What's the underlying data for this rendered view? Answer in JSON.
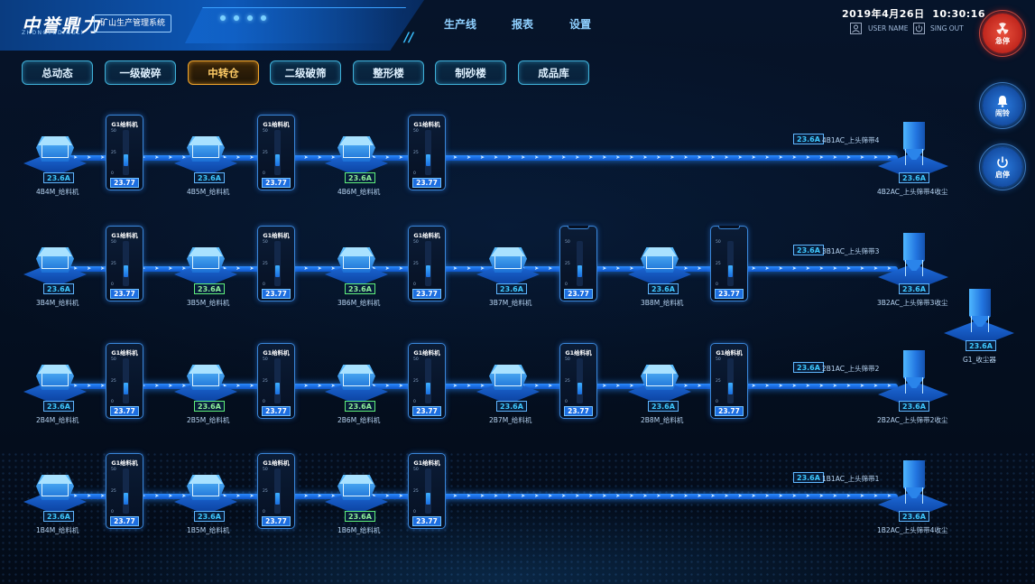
{
  "header": {
    "logo": "中誉鼎力",
    "logo_sub": "ZHONGYUDINGLI",
    "system_name": "矿山生产管理系统",
    "nav": [
      "生产线",
      "报表",
      "设置"
    ],
    "date": "2019年4月26日",
    "time": "10:30:16",
    "user_name": "USER NAME",
    "sign_out": "SING OUT"
  },
  "controls": {
    "emergency_stop": "急停",
    "bell": "闹铃",
    "start_stop": "启停"
  },
  "tabs": [
    "总动态",
    "一级破碎",
    "中转仓",
    "二级破筛",
    "整形楼",
    "制砂楼",
    "成品库"
  ],
  "active_tab": "中转仓",
  "collector": {
    "value": "23.6A",
    "label": "G1_收尘器"
  },
  "rows": [
    {
      "machines": [
        {
          "label": "4B4M_给料机",
          "value": "23.6A"
        },
        {
          "label": "4B5M_给料机",
          "value": "23.6A"
        },
        {
          "label": "4B6M_给料机",
          "value": "23.6A"
        }
      ],
      "gauges": [
        {
          "title": "G1给料机",
          "value": "23.77"
        },
        {
          "title": "G1给料机",
          "value": "23.77"
        },
        {
          "title": "G1给料机",
          "value": "23.77"
        }
      ],
      "ac_value": "23.6A",
      "ac_label": "4B1AC_上头筛带4",
      "end_value": "23.6A",
      "end_label": "4B2AC_上头筛带4收尘"
    },
    {
      "machines": [
        {
          "label": "3B4M_给料机",
          "value": "23.6A"
        },
        {
          "label": "3B5M_给料机",
          "value": "23.6A"
        },
        {
          "label": "3B6M_给料机",
          "value": "23.6A"
        },
        {
          "label": "3B7M_给料机",
          "value": "23.6A"
        },
        {
          "label": "3B8M_给料机",
          "value": "23.6A"
        }
      ],
      "gauges": [
        {
          "title": "G1给料机",
          "value": "23.77"
        },
        {
          "title": "G1给料机",
          "value": "23.77"
        },
        {
          "title": "G1给料机",
          "value": "23.77"
        },
        {
          "title": "",
          "value": "23.77"
        },
        {
          "title": "",
          "value": "23.77"
        }
      ],
      "ac_value": "23.6A",
      "ac_label": "3B1AC_上头筛带3",
      "end_value": "23.6A",
      "end_label": "3B2AC_上头筛带3收尘"
    },
    {
      "machines": [
        {
          "label": "2B4M_给料机",
          "value": "23.6A"
        },
        {
          "label": "2B5M_给料机",
          "value": "23.6A"
        },
        {
          "label": "2B6M_给料机",
          "value": "23.6A"
        },
        {
          "label": "2B7M_给料机",
          "value": "23.6A"
        },
        {
          "label": "2B8M_给料机",
          "value": "23.6A"
        }
      ],
      "gauges": [
        {
          "title": "G1给料机",
          "value": "23.77"
        },
        {
          "title": "G1给料机",
          "value": "23.77"
        },
        {
          "title": "G1给料机",
          "value": "23.77"
        },
        {
          "title": "G1给料机",
          "value": "23.77"
        },
        {
          "title": "G1给料机",
          "value": "23.77"
        }
      ],
      "ac_value": "23.6A",
      "ac_label": "2B1AC_上头筛带2",
      "end_value": "23.6A",
      "end_label": "2B2AC_上头筛带2收尘"
    },
    {
      "machines": [
        {
          "label": "1B4M_给料机",
          "value": "23.6A"
        },
        {
          "label": "1B5M_给料机",
          "value": "23.6A"
        },
        {
          "label": "1B6M_给料机",
          "value": "23.6A"
        }
      ],
      "gauges": [
        {
          "title": "G1给料机",
          "value": "23.77"
        },
        {
          "title": "G1给料机",
          "value": "23.77"
        },
        {
          "title": "G1给料机",
          "value": "23.77"
        }
      ],
      "ac_value": "23.6A",
      "ac_label": "1B1AC_上头筛带1",
      "end_value": "23.6A",
      "end_label": "1B2AC_上头筛带4收尘"
    }
  ],
  "gauge_scale": [
    "50",
    "25",
    "0"
  ],
  "gauge_level": 0.25,
  "colors": {
    "accent": "#2a8aff",
    "active_tab": "#f1a52a",
    "alarm": "#e02020"
  }
}
